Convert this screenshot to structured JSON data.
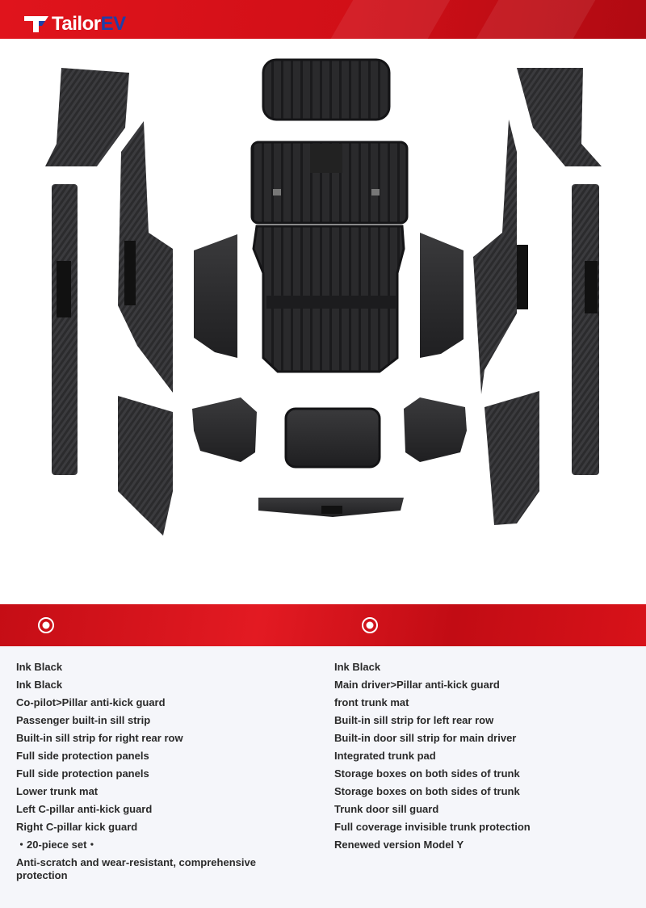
{
  "brand": {
    "name_part1": "Tailor",
    "name_part2": "EV",
    "primary_color": "#e0141c",
    "accent_color": "#1e3fa8"
  },
  "icons": {
    "left_icon": "target-icon",
    "right_icon": "target-icon"
  },
  "specs": {
    "left": [
      "Ink Black",
      "Ink Black",
      "Co-pilot>Pillar anti-kick guard",
      "Passenger built-in sill strip",
      "Built-in sill strip for right rear row",
      "Full side protection panels",
      "Full side protection panels",
      "Lower trunk mat",
      "Left C-pillar anti-kick guard",
      "Right C-pillar kick guard",
      "・20-piece set・",
      "Anti-scratch and wear-resistant, comprehensive protection"
    ],
    "right": [
      "Ink Black",
      "Main driver>Pillar anti-kick guard",
      "front trunk mat",
      "Built-in sill strip for left rear row",
      "Built-in door sill strip for main driver",
      "Integrated trunk pad",
      "Storage boxes on both sides of trunk",
      "Storage boxes on both sides of trunk",
      "Trunk door sill guard",
      "Full coverage invisible trunk protection",
      "Renewed version Model Y"
    ]
  }
}
